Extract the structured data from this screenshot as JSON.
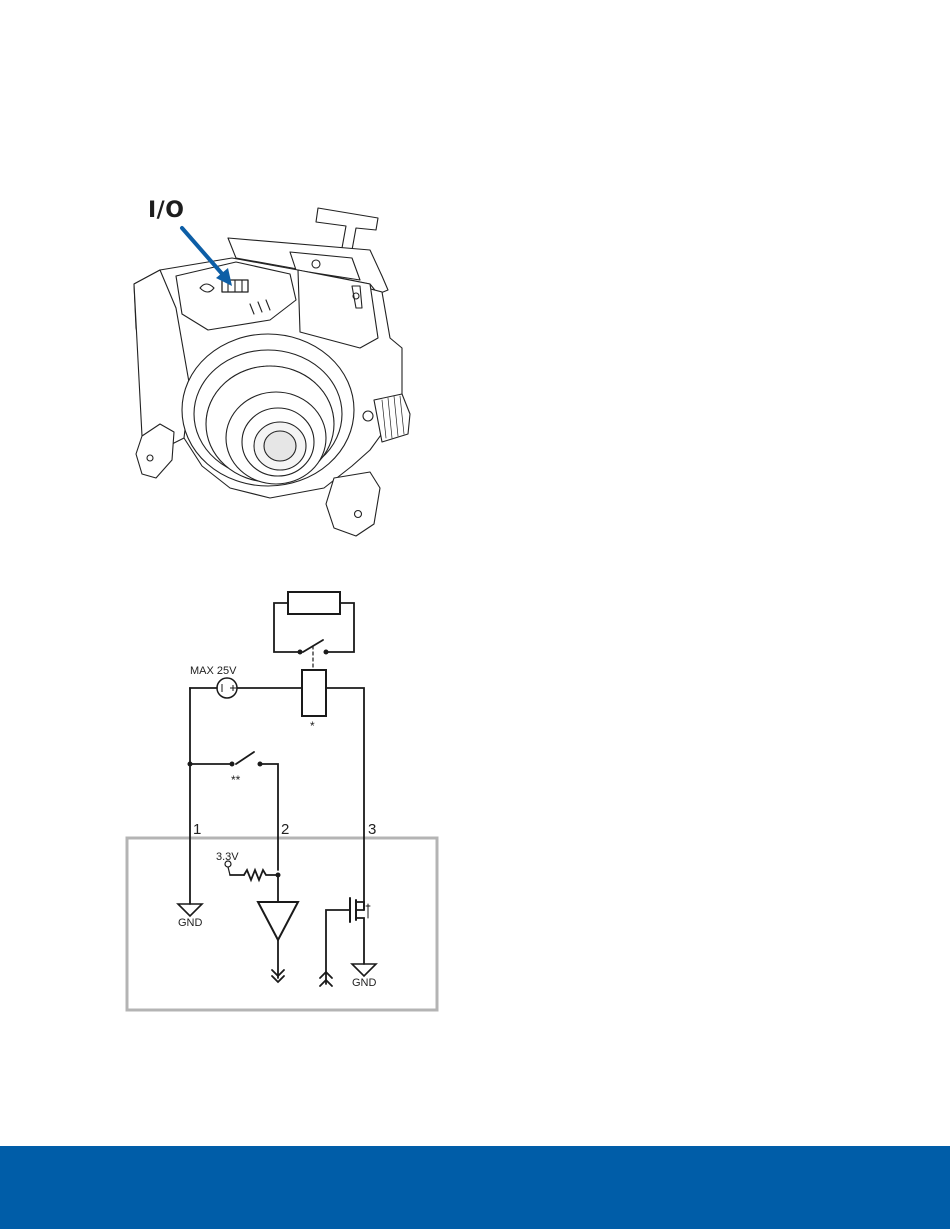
{
  "camera_figure": {
    "callout_label": "I/O",
    "callout_arrow_color": "#0d5ea6"
  },
  "circuit": {
    "voltage_label": "MAX 25V",
    "relay_note": "*",
    "switch_note": "**",
    "terminals": [
      "1",
      "2",
      "3"
    ],
    "pullup_voltage": "3.3V",
    "ground_label_left": "GND",
    "ground_label_right": "GND",
    "box_color": "#b4b4b4"
  },
  "footer": {
    "color": "#005da8"
  }
}
